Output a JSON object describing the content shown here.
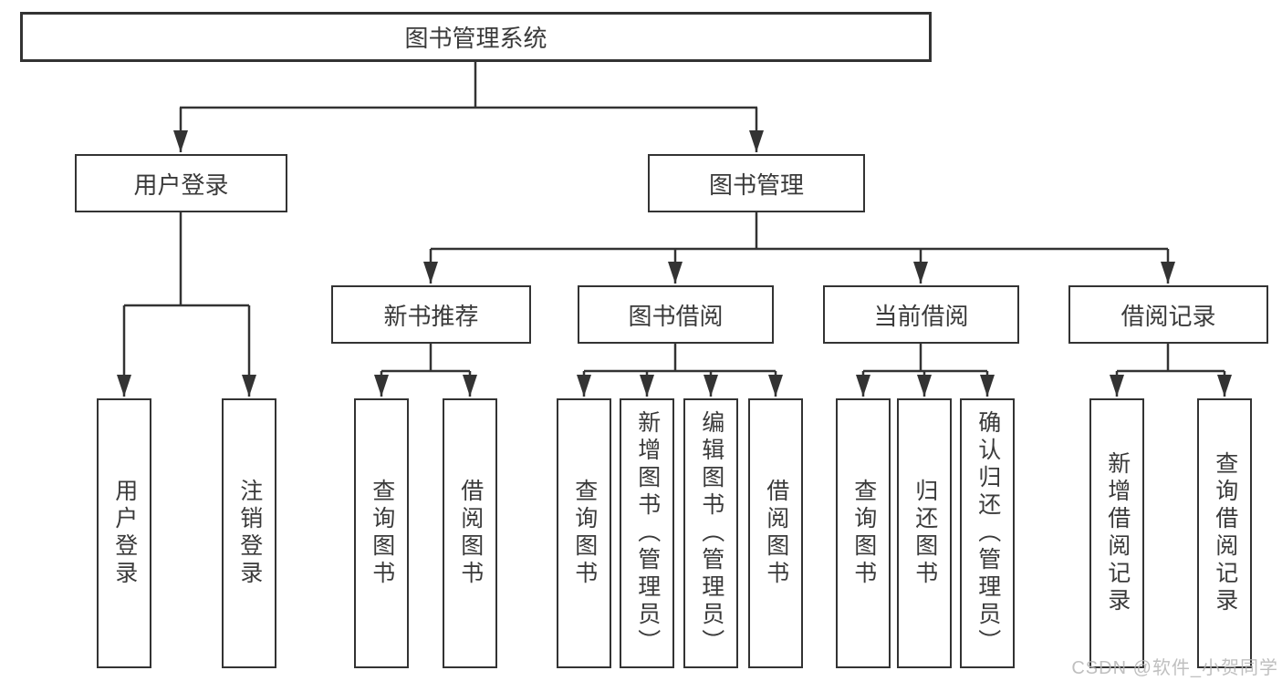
{
  "diagram": {
    "root": "图书管理系统",
    "level2": [
      "用户登录",
      "图书管理"
    ],
    "level3": [
      "新书推荐",
      "图书借阅",
      "当前借阅",
      "借阅记录"
    ],
    "leaves": {
      "user_login": [
        "用户登录",
        "注销登录"
      ],
      "new_book_recommend": [
        "查询图书",
        "借阅图书"
      ],
      "book_borrowing": [
        "查询图书",
        "新增图书（管理员）",
        "编辑图书（管理员）",
        "借阅图书"
      ],
      "current_borrowing": [
        "查询图书",
        "归还图书",
        "确认归还（管理员）"
      ],
      "borrowing_records": [
        "新增借阅记录",
        "查询借阅记录"
      ]
    },
    "colors": {
      "line": "#333333",
      "text": "#3a3a3a",
      "box_fill": "#ffffff",
      "background": "#ffffff",
      "watermark": "#b5b5b5"
    }
  },
  "watermark": {
    "text": "CSDN @软件_小贺同学"
  }
}
